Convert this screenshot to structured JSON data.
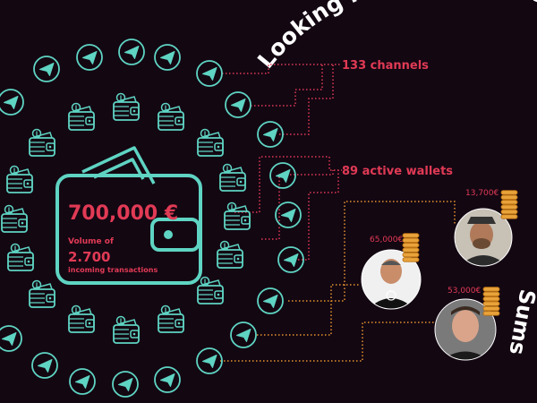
{
  "headline": {
    "text_top": "Looking into the crystal ball",
    "text_side": "Sums"
  },
  "main_wallet": {
    "amount": "700,000 €",
    "volume_label": "Volume of",
    "count": "2.700",
    "count_label": "incoming transactions"
  },
  "callouts": {
    "channels": "133 channels",
    "wallets": "89 active wallets"
  },
  "people": [
    {
      "sum": "13,700€"
    },
    {
      "sum": "65,000€"
    },
    {
      "sum": "53,000€"
    }
  ],
  "icons": {
    "channel": "telegram-icon",
    "wallet": "wallet-icon",
    "coins": "coin-stack-icon"
  },
  "colors": {
    "background": "#130712",
    "teal": "#5fd4c3",
    "red": "#e13a55",
    "orange": "#e8922e",
    "text": "#ffffff"
  }
}
